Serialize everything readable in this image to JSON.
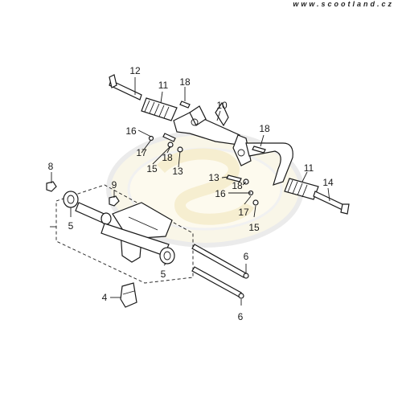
{
  "header": {
    "watermark_url": "www.scootland.cz"
  },
  "diagram": {
    "callouts": [
      {
        "id": "c12",
        "label": "12"
      },
      {
        "id": "c11a",
        "label": "11"
      },
      {
        "id": "c18a",
        "label": "18"
      },
      {
        "id": "c10",
        "label": "10"
      },
      {
        "id": "c16a",
        "label": "16"
      },
      {
        "id": "c17a",
        "label": "17"
      },
      {
        "id": "c15a",
        "label": "15"
      },
      {
        "id": "c18b",
        "label": "18"
      },
      {
        "id": "c13a",
        "label": "13"
      },
      {
        "id": "c18c",
        "label": "18"
      },
      {
        "id": "c8",
        "label": "8"
      },
      {
        "id": "c9",
        "label": "9"
      },
      {
        "id": "c13b",
        "label": "13"
      },
      {
        "id": "c18d",
        "label": "18"
      },
      {
        "id": "c16b",
        "label": "16"
      },
      {
        "id": "c11b",
        "label": "11"
      },
      {
        "id": "c14",
        "label": "14"
      },
      {
        "id": "c17b",
        "label": "17"
      },
      {
        "id": "c15b",
        "label": "15"
      },
      {
        "id": "c5a",
        "label": "5"
      },
      {
        "id": "c5b",
        "label": "5"
      },
      {
        "id": "c6a",
        "label": "6"
      },
      {
        "id": "c6b",
        "label": "6"
      },
      {
        "id": "c4",
        "label": "4"
      }
    ]
  }
}
